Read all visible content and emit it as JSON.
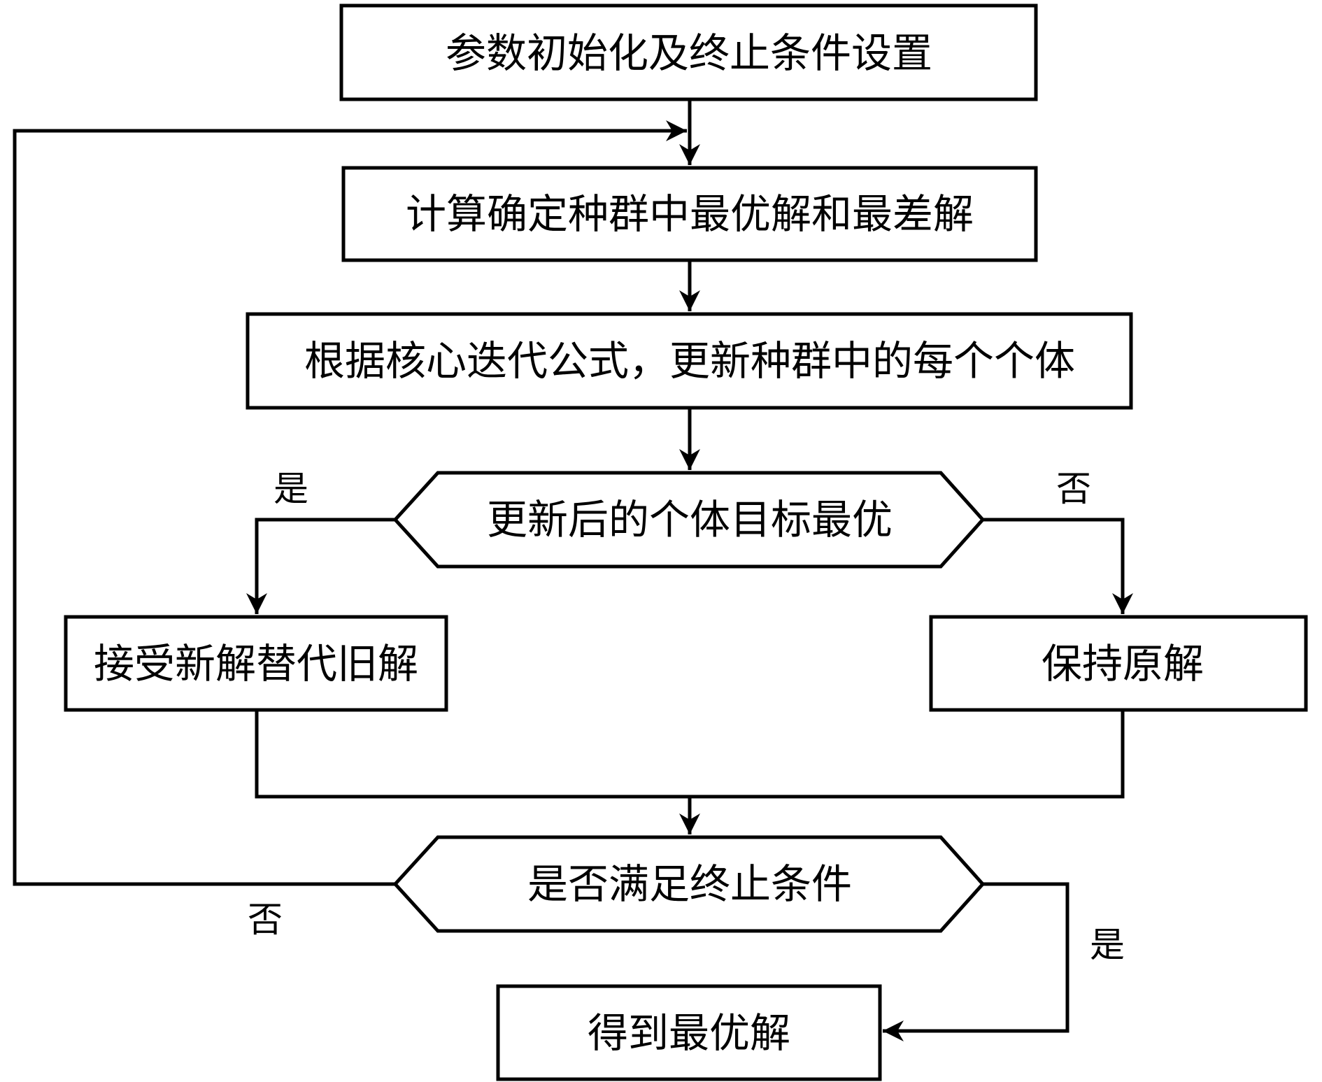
{
  "diagram": {
    "type": "flowchart",
    "nodes": {
      "init": {
        "shape": "process",
        "text": "参数初始化及终止条件设置"
      },
      "evaluate": {
        "shape": "process",
        "text": "计算确定种群中最优解和最差解"
      },
      "update": {
        "shape": "process",
        "text": "根据核心迭代公式，更新种群中的每个个体"
      },
      "check_better": {
        "shape": "decision",
        "text": "更新后的个体目标最优"
      },
      "accept": {
        "shape": "process",
        "text": "接受新解替代旧解"
      },
      "keep": {
        "shape": "process",
        "text": "保持原解"
      },
      "check_stop": {
        "shape": "decision",
        "text": "是否满足终止条件"
      },
      "result": {
        "shape": "process",
        "text": "得到最优解"
      }
    },
    "edges": [
      {
        "from": "init",
        "to": "evaluate",
        "label": ""
      },
      {
        "from": "evaluate",
        "to": "update",
        "label": ""
      },
      {
        "from": "update",
        "to": "check_better",
        "label": ""
      },
      {
        "from": "check_better",
        "to": "accept",
        "label": "是"
      },
      {
        "from": "check_better",
        "to": "keep",
        "label": "否"
      },
      {
        "from": "accept",
        "to": "check_stop",
        "label": ""
      },
      {
        "from": "keep",
        "to": "check_stop",
        "label": ""
      },
      {
        "from": "check_stop",
        "to": "evaluate",
        "label": "否"
      },
      {
        "from": "check_stop",
        "to": "result",
        "label": "是"
      }
    ],
    "edge_labels": {
      "better_yes": "是",
      "better_no": "否",
      "stop_no": "否",
      "stop_yes": "是"
    }
  }
}
